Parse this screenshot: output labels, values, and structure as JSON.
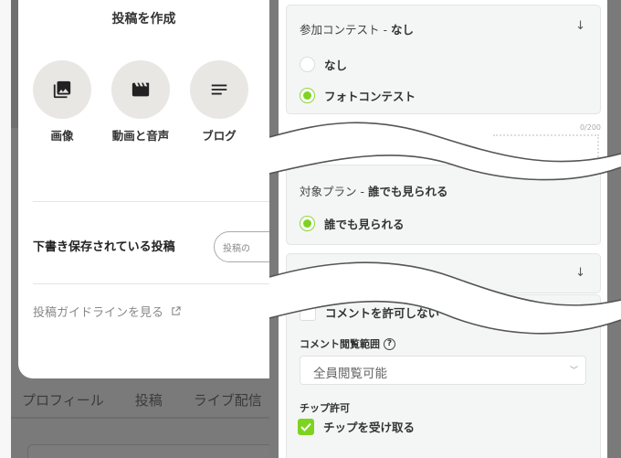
{
  "create_modal": {
    "title": "投稿を作成",
    "options": [
      {
        "label": "画像",
        "icon": "photo-library-icon"
      },
      {
        "label": "動画と音声",
        "icon": "clapperboard-icon"
      },
      {
        "label": "ブログ",
        "icon": "text-lines-icon"
      }
    ],
    "drafts_label": "下書き保存されている投稿",
    "drafts_button": "投稿の",
    "guideline_link": "投稿ガイドラインを見る",
    "guideline_icon": "external-link-icon"
  },
  "background_page": {
    "tabs": [
      "プロフィール",
      "投稿",
      "ライブ配信"
    ]
  },
  "settings_form": {
    "contest": {
      "header_label": "参加コンテスト - ",
      "header_value": "なし",
      "options": [
        {
          "label": "なし",
          "checked": false
        },
        {
          "label": "フォトコンテスト",
          "checked": true
        }
      ]
    },
    "char_count": "0/200",
    "plan": {
      "header_label": "対象プラン - ",
      "header_value": "誰でも見られる",
      "options": [
        {
          "label": "誰でも見られる",
          "checked": true
        }
      ]
    },
    "comments": {
      "disallow_label": "コメントを許可しない",
      "disallow_checked": false,
      "visibility_label": "コメント閲覧範囲",
      "visibility_value": "全員閲覧可能"
    },
    "tips": {
      "section_label": "チップ許可",
      "accept_label": "チップを受け取る",
      "accept_checked": true
    }
  },
  "colors": {
    "accent_green": "#7ed321",
    "overlay_gray": "#7a7a7a",
    "section_bg": "#f4f5f5"
  }
}
